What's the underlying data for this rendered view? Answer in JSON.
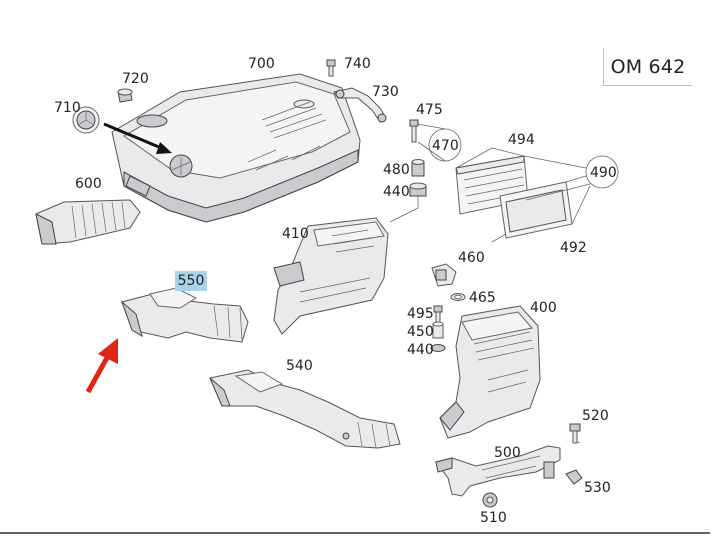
{
  "engine_code": "OM 642",
  "highlighted_part": "550",
  "parts": {
    "p700": "700",
    "p740": "740",
    "p730": "730",
    "p720": "720",
    "p710": "710",
    "p600": "600",
    "p475": "475",
    "p470": "470",
    "p494": "494",
    "p490": "490",
    "p480": "480",
    "p440a": "440",
    "p492": "492",
    "p410": "410",
    "p460": "460",
    "p465": "465",
    "p400": "400",
    "p495": "495",
    "p450": "450",
    "p440b": "440",
    "p540": "540",
    "p520": "520",
    "p500": "500",
    "p530": "530",
    "p510": "510"
  },
  "colors": {
    "highlight": "#a9d3e8",
    "arrow": "#e02418",
    "line": "#555555"
  }
}
